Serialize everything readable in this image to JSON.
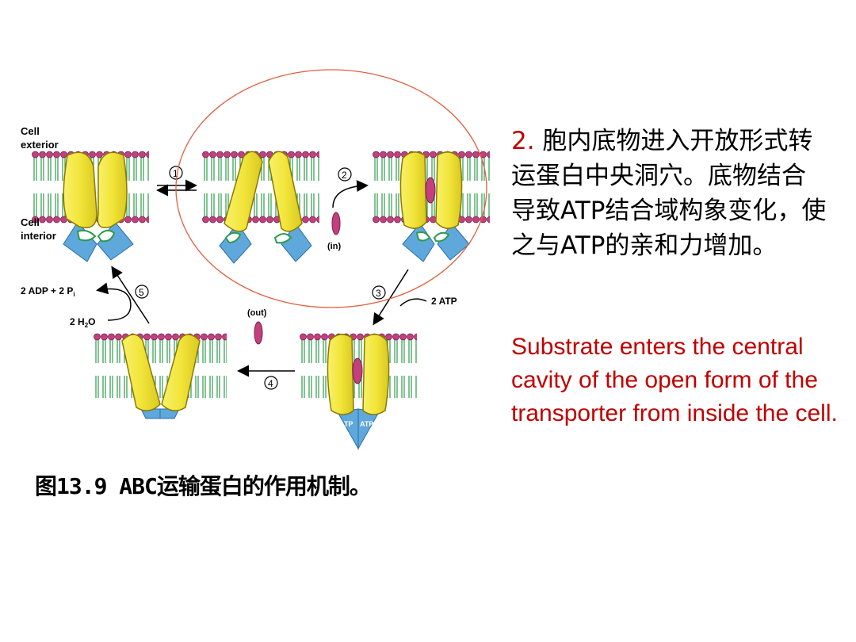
{
  "figure": {
    "label_cell_exterior_1": "Cell",
    "label_cell_exterior_2": "exterior",
    "label_cell_interior_1": "Cell",
    "label_cell_interior_2": "interior",
    "step_1": "1",
    "step_2": "2",
    "step_3": "3",
    "step_4": "4",
    "step_5": "5",
    "label_in": "(in)",
    "label_out": "(out)",
    "label_2atp": "2 ATP",
    "label_adp_main": "2 ADP + 2 P",
    "label_adp_sub": "i",
    "label_h2o_a": "2 H",
    "label_h2o_sub": "2",
    "label_h2o_b": "O",
    "label_atp_left": "ATP",
    "label_atp_right": "ATP"
  },
  "caption": "图13.9 ABC运输蛋白的作用机制。",
  "chinese": {
    "number": "2.",
    "text": " 胞内底物进入开放形式转运蛋白中央洞穴。底物结合导致ATP结合域构象变化，使之与ATP的亲和力增加。"
  },
  "english": "Substrate enters the central cavity of the open form of the transporter from inside the cell.",
  "colors": {
    "transporter_yellow": "#f5ea3a",
    "nbd_blue": "#5fa8dc",
    "lipid_head": "#c2407e",
    "lipid_tail": "#2e9a4a",
    "highlight_ellipse": "#e06040",
    "accent_red": "#c00000"
  }
}
